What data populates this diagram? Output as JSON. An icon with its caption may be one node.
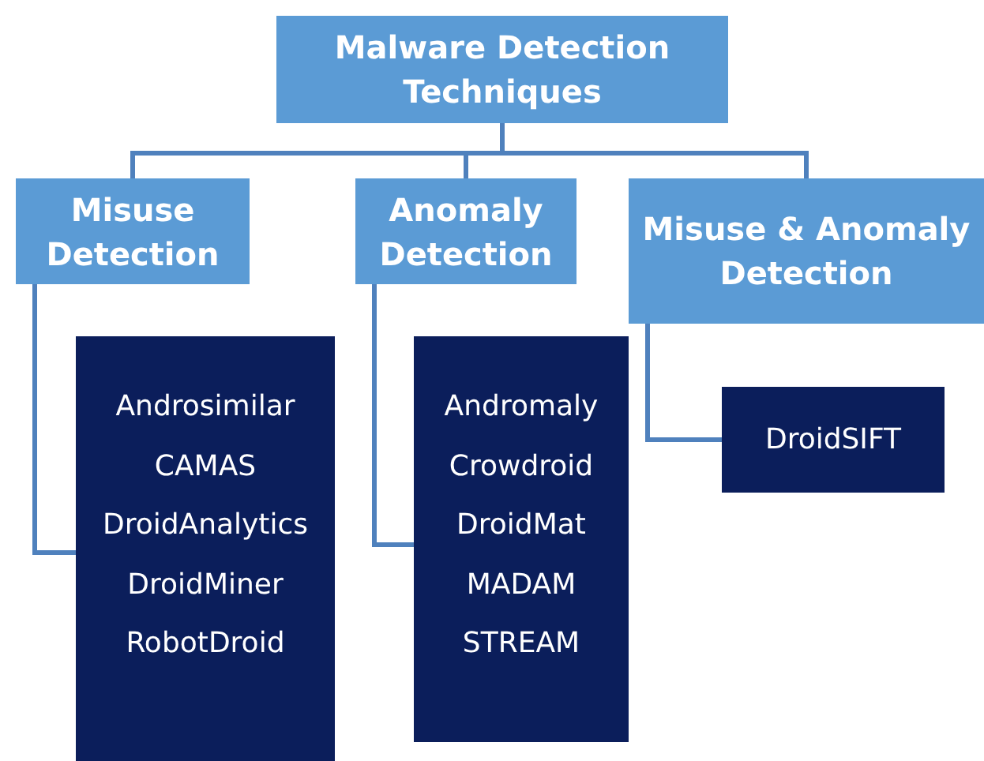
{
  "diagram": {
    "nodes": [
      {
        "text": [
          "Malware Detection Techniques"
        ]
      },
      {
        "text": [
          "Misuse Detection"
        ]
      },
      {
        "text": [
          "Anomaly Detection"
        ]
      },
      {
        "text": [
          "Misuse & Anomaly Detection"
        ]
      },
      {
        "text": [
          "Androsimilar",
          "CAMAS",
          "DroidAnalytics",
          "DroidMiner",
          "RobotDroid"
        ]
      },
      {
        "text": [
          "Andromaly",
          "Crowdroid",
          "DroidMat",
          "MADAM",
          "STREAM"
        ]
      },
      {
        "text": [
          "DroidSIFT"
        ]
      }
    ],
    "edges": [
      {
        "from": 0,
        "to": 1,
        "arrow": "none"
      },
      {
        "from": 0,
        "to": 2,
        "arrow": "none"
      },
      {
        "from": 0,
        "to": 3,
        "arrow": "none"
      },
      {
        "from": 1,
        "to": 4,
        "arrow": "none"
      },
      {
        "from": 2,
        "to": 5,
        "arrow": "none"
      },
      {
        "from": 3,
        "to": 6,
        "arrow": "none"
      }
    ]
  }
}
